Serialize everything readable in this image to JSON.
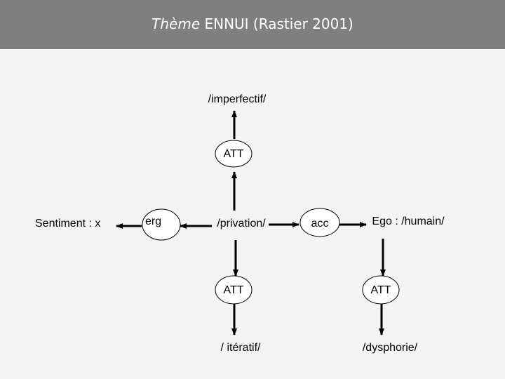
{
  "header": {
    "title_italic": "Thème",
    "title_rest": " ENNUI (Rastier 2001)"
  },
  "colors": {
    "header_bg": "#7f7f7f",
    "canvas_bg": "#f4f4f4",
    "line": "#000000"
  },
  "diagram": {
    "imperfectif": "/imperfectif/",
    "att_top": "ATT",
    "sentiment": "Sentiment : x",
    "erg": "erg",
    "privation": "/privation/",
    "acc": "acc",
    "ego": "Ego : /humain/",
    "att_mid": "ATT",
    "att_right": "ATT",
    "iteratif": "/ itératif/",
    "dysphorie": "/dysphorie/"
  }
}
